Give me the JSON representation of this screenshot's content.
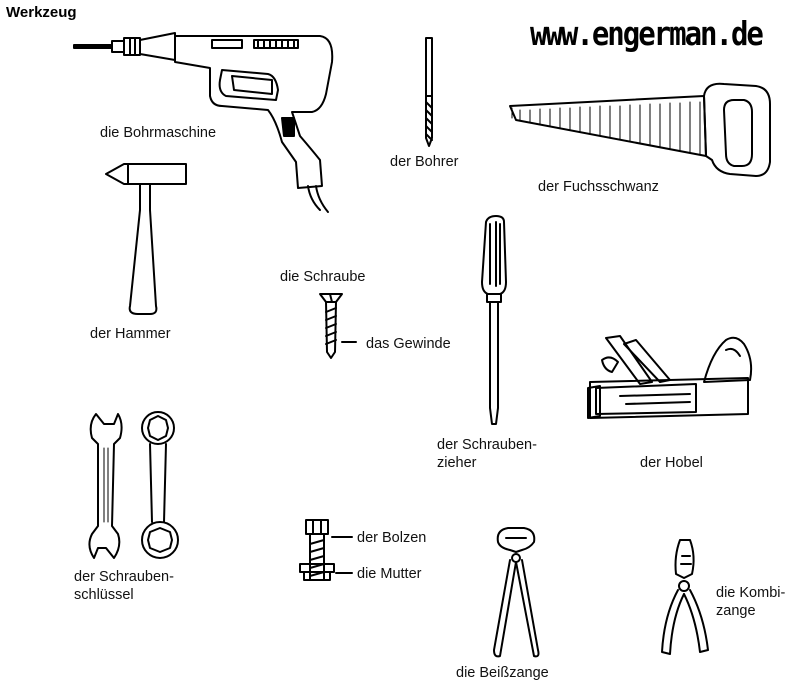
{
  "header": {
    "title": "Werkzeug",
    "website": "www.engerman.de"
  },
  "labels": {
    "bohrmaschine": "die Bohrmaschine",
    "bohrer": "der Bohrer",
    "fuchsschwanz": "der Fuchsschwanz",
    "hammer": "der Hammer",
    "schraube": "die Schraube",
    "gewinde": "das Gewinde",
    "schraubenzieher_1": "der Schrauben-",
    "schraubenzieher_2": "zieher",
    "hobel": "der Hobel",
    "schraubenschluessel_1": "der Schrauben-",
    "schraubenschluessel_2": "schlüssel",
    "bolzen": "der Bolzen",
    "mutter": "die Mutter",
    "beisszange": "die Beißzange",
    "kombizange_1": "die Kombi-",
    "kombizange_2": "zange"
  },
  "icons": [
    "drill-icon",
    "drill-bit-icon",
    "handsaw-icon",
    "hammer-icon",
    "screw-icon",
    "screwdriver-icon",
    "plane-icon",
    "wrench-icon",
    "bolt-icon",
    "pincers-icon",
    "pliers-icon"
  ],
  "colors": {
    "ink": "#000000",
    "background": "#ffffff"
  }
}
